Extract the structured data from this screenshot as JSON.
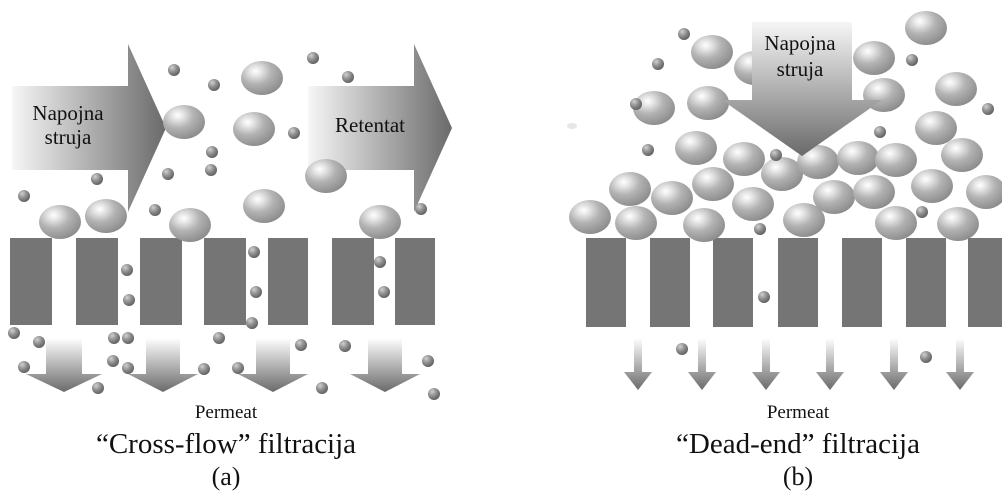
{
  "panels": [
    {
      "id": "a",
      "arrow_labels": [
        "Napojna",
        "struja"
      ],
      "retentate_label": "Retentat",
      "permeate_label": "Permeat",
      "caption": "“Cross-flow” filtracija",
      "sublabel": "(a)"
    },
    {
      "id": "b",
      "arrow_labels": [
        "Napojna",
        "struja"
      ],
      "permeate_label": "Permeat",
      "caption": "“Dead-end” filtracija",
      "sublabel": "(b)"
    }
  ],
  "colors": {
    "membrane": "#757575",
    "particle": "#a8a8a8",
    "arrow_dark": "#707070",
    "arrow_light": "#f4f4f4",
    "text": "#111111"
  }
}
